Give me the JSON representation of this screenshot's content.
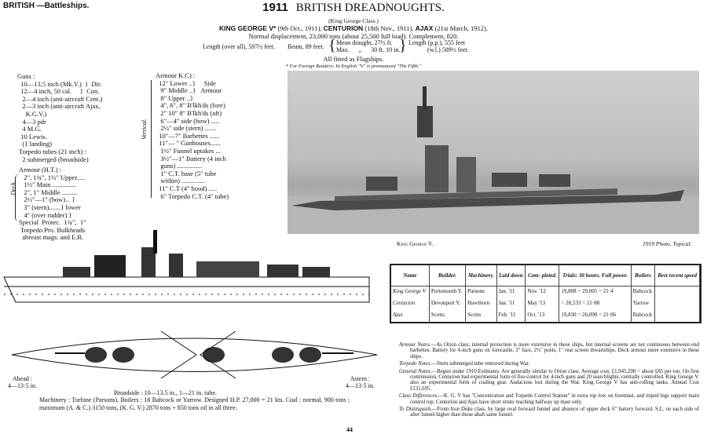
{
  "header": {
    "section": "BRITISH —Battleships.",
    "year": "1911",
    "title": "BRITISH DREADNOUGHTS."
  },
  "class_name": "(King George Class.)",
  "ships_line": {
    "kgv": "KING GEORGE V*",
    "kgv_date": "(9th Oct., 1911),",
    "centurion": "CENTURION",
    "centurion_date": "(18th Nov., 1911),",
    "ajax": "AJAX",
    "ajax_date": "(21st March, 1912)."
  },
  "displacement": "Normal displacement, 23,000 tons (about 25,500 full load). Complement, 820.",
  "dimensions": {
    "length": "Length (over all), 597½ feet.",
    "beam": "Beam, 89 feet.",
    "draught_mean": "Mean draught, 27½ ft.",
    "draught_max": "Max.      „      30 ft. 10 in.",
    "length_pp": "Length (p.p.), 555 feet",
    "length_wl": "(w.l.) 589½ feet."
  },
  "flagships": "All fitted as Flagships.",
  "footnote": "* For Foreign Readers: In English \"V\" is pronounced \"The Fifth.\"",
  "guns": [
    "Guns :",
    "  10—13.5 inch (Mk.V.)  }  Dir.",
    "  12—4 inch, 50 cal.     }  Con.",
    "   2—4 inch (anti-aircraft Cent.)",
    "   2—3 inch (anti-aircraft Ajax,",
    "     K.G.V.)",
    "   4—3 pdr",
    "   4 M.G.",
    "  10 Lewis.",
    "   (1 landing)",
    " Torpedo tubes (21 inch) :",
    "   2 submerged (broadside)"
  ],
  "armour_ht": [
    "Armour (H.T.) :",
    "   2\", 1¾\", 1½\" Upper.....",
    "   1½\" Main ..............",
    "   2\", 1\" Middle .........",
    "   2½\"—1\" (bow)..  }",
    "   3\" (stern).......} lower",
    "   4\" (over rudder) }",
    "Special  Protec.  1¾\",  1\"",
    " Torpedo Pro. Bulkheads",
    "  abreast mags. and E.R."
  ],
  "deck_label": "Deck.",
  "armour_kc": [
    "Armour K.C) :",
    "  12\" Lower ..}     Side",
    "   9\" Middle ..}   Armour",
    "   8\" Upper ..}",
    "   4\", 6\", 8\" B'lkh'ds (fore)",
    "   2\" 10\" 8\" B'lkh'ds (aft)",
    "   6\"—4\" side (bow) .....",
    "   2½\" side (stern) .......",
    "  10\"—7\" Barbettes ......",
    "  11\"— \" Gunhouses......",
    "   1½\" Funnel uptakes ...",
    "   3½\"—1\" Battery (4 inch",
    "   guns) ...............",
    "   1\" C.T. base (5\" tube",
    "   within) ..............",
    "  11\" C.T (4\" hood) .....",
    "   6\" Torpedo C.T. (4\" tube)"
  ],
  "vertical_label": "Vertical.",
  "photo": {
    "caption": "King George V.",
    "credit": "1919 Photo, Topical."
  },
  "table": {
    "headers": [
      "Name",
      "Builder.",
      "Machinery.",
      "Laid down",
      "Com- pleted.",
      "Trials: 30 hours.   Full power.",
      "Boilers",
      "Best recent speed"
    ],
    "rows": [
      [
        "King George V",
        "Portsmouth Y.",
        "Parsons",
        "Jan. '11",
        "Nov. '12",
        "19,808 =      29,005 = 21·4",
        "Babcock",
        ""
      ],
      [
        "Centurion",
        "Devonport Y.",
        "Hawthorn",
        "Jan. '11",
        "May '13",
        "=      28,533 = 21·88",
        "Yarrow",
        ""
      ],
      [
        "Ajax",
        "Scotts",
        "Scotts",
        "Feb. '11",
        "Oct. '13",
        "19,830 =      26,090 = 21·06",
        "Babcock",
        ""
      ]
    ]
  },
  "plan": {
    "ahead": "Ahead :",
    "ahead_val": "4—13·5 in.",
    "astern": "Astern :",
    "astern_val": "4—13·5 in.",
    "broadside": "Broadside : 10—13.5 in., 1—21 in. tube."
  },
  "machinery": "Machinery : Turbine (Parsons). Boilers : 18 Babcock or Yarrow. Designed H.P. 27,000 = 21 kts. Coal : normal, 900 tons ; maximum (A. & C.) 3150 tons, (K. G. V.) 2870 tons + 850 tons oil in all three.",
  "notes": [
    {
      "label": "Armour Notes.",
      "text": "—As Orion class; internal protection is more extensive in these ships, but internal screens are not continuous between end barbettes. Battery for 4-inch guns on forecastle, 3\" face, 2½\" posts, 1\" rear screen thwartships. Deck armour more extensive in these ships."
    },
    {
      "label": "Torpedo Notes.",
      "text": "—Stern submerged tube removed during War."
    },
    {
      "label": "General Notes.",
      "text": "—Begun under 1910 Estimates. Are generally similar to Orion class. Average cost, £1,945,200 = about £85 per ton. On first commission, Centurion had experimental form of fire-control for 4-inch guns and 20 searchlights, centrally controlled. King George V. also an experimental form of coaling gear. Audacious lost during the War. King George V has anti-rolling tanks. Annual Cost £131,695."
    },
    {
      "label": "Class Differences.",
      "text": "—K. G. V has \"Concentration and Torpedo Control Station\" in extra top low on foremast, and tripod legs support main control top. Centurion and Ajax have short struts reaching halfway up mast only."
    },
    {
      "label": "To Distinguish.",
      "text": "—From Iron Duke class, by large oval forward funnel and absence of upper deck 6\" battery forward. S.L. on each side of after funnel higher than those abaft same funnel."
    }
  ],
  "page_number": "44"
}
